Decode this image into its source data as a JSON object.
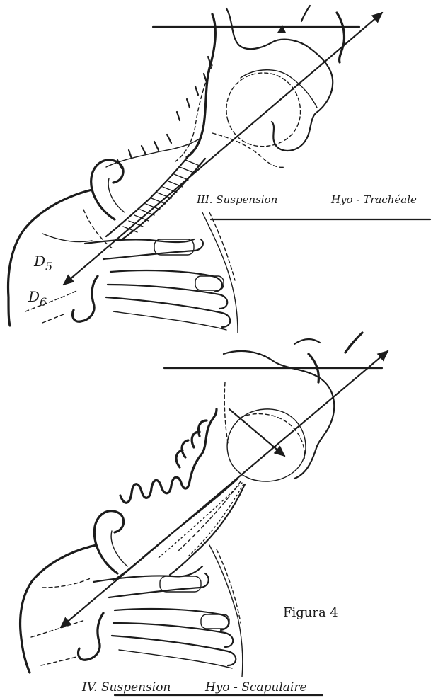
{
  "panel_top": {
    "vertebra_label_1": "D",
    "vertebra_sub_1": "5",
    "vertebra_label_2": "D",
    "vertebra_sub_2": "6",
    "caption_part1": "III. Suspension",
    "caption_part2": "Hyo - Trachéale"
  },
  "panel_bottom": {
    "caption_part1": "IV. Suspension",
    "caption_part2": "Hyo - Scapulaire"
  },
  "figure_label": "Figura 4"
}
